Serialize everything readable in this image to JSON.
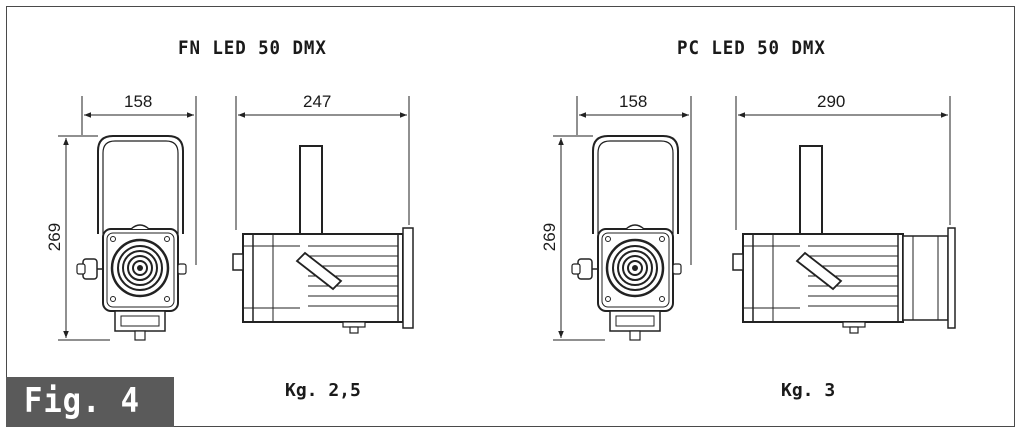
{
  "left_panel": {
    "title": "FN LED 50 DMX",
    "front_width_dim": "158",
    "side_length_dim": "247",
    "height_dim": "269",
    "weight": "Kg. 2,5"
  },
  "right_panel": {
    "title": "PC LED 50 DMX",
    "front_width_dim": "158",
    "side_length_dim": "290",
    "height_dim": "269",
    "weight": "Kg. 3"
  },
  "figure_label": "Fig. 4",
  "colors": {
    "line": "#222222",
    "frame": "#4a4a4a",
    "figure_box": "#5a5a5a"
  }
}
